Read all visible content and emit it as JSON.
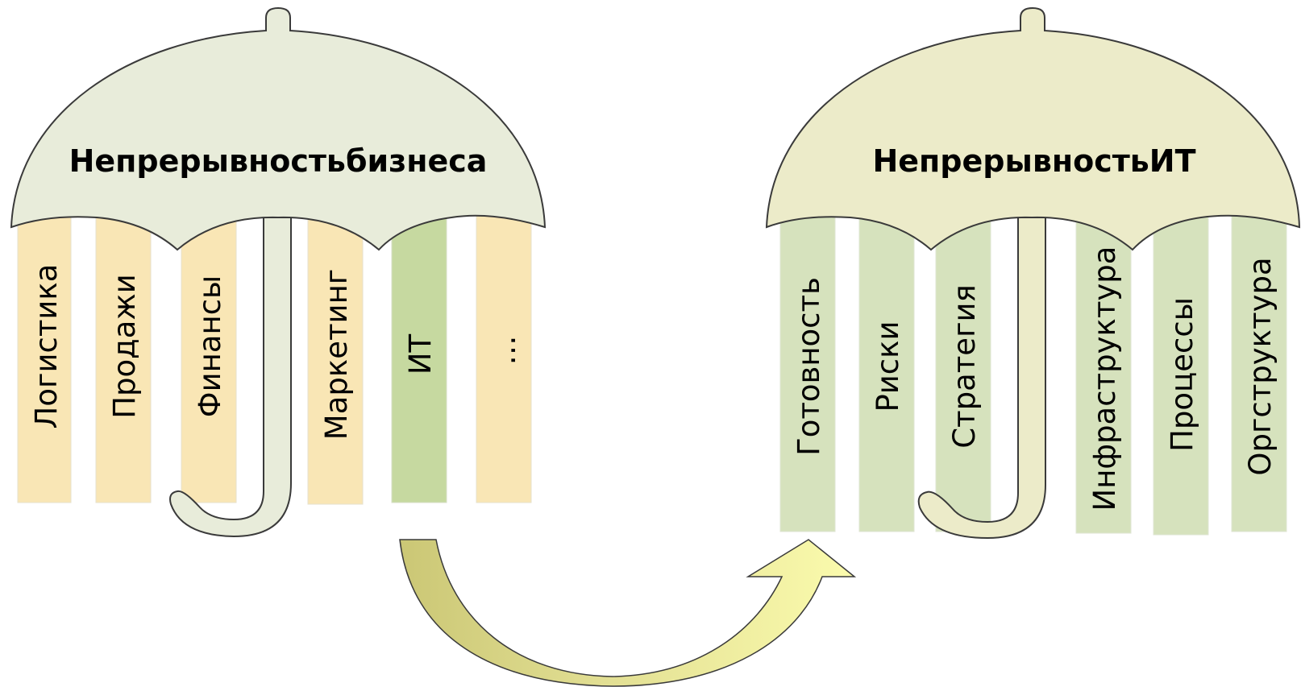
{
  "colors": {
    "business_canopy": "#e8ecda",
    "it_canopy": "#ecebc9",
    "business_strip": "#f9e6b5",
    "it_strip": "#c6d9a0",
    "it_strip_right": "#d6e2bd",
    "arrow_dark": "#cbc775",
    "arrow_light": "#fbfbad",
    "outline": "#3a3a3a"
  },
  "business": {
    "title": "Непрерывностьбизнеса",
    "strips": [
      {
        "label": "Логистика",
        "highlight": false
      },
      {
        "label": "Продажи",
        "highlight": false
      },
      {
        "label": "Финансы",
        "highlight": false
      },
      {
        "label": "Маркетинг",
        "highlight": false
      },
      {
        "label": "ИТ",
        "highlight": true
      },
      {
        "label": "…",
        "highlight": false
      }
    ]
  },
  "it": {
    "title": "НепрерывностьИТ",
    "strips": [
      {
        "label": "Готовность"
      },
      {
        "label": "Риски"
      },
      {
        "label": "Стратегия"
      },
      {
        "label": "Инфраструктура"
      },
      {
        "label": "Процессы"
      },
      {
        "label": "Оргструктура"
      }
    ]
  },
  "arrow_icon": "curved-arrow-icon"
}
